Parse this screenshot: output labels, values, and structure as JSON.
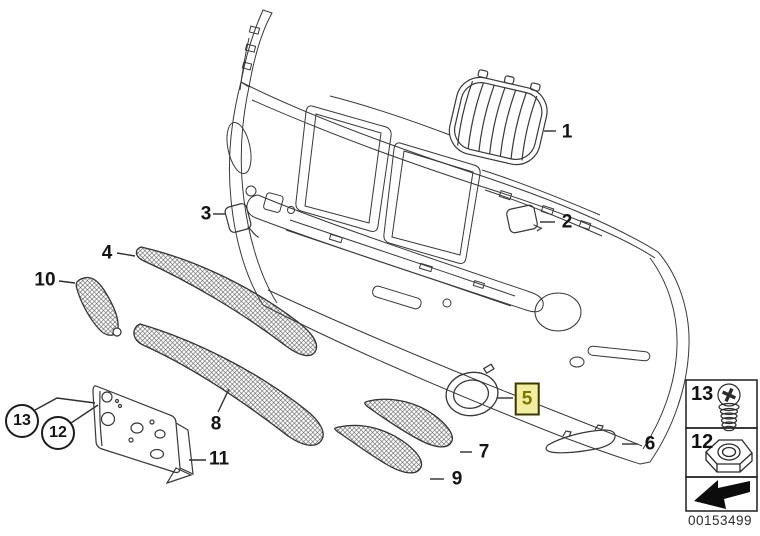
{
  "diagram_kind": "exploded-parts-diagram-front-bumper-trim",
  "colors": {
    "line": "#383838",
    "highlight_bg": "#f1eda1",
    "highlight_border": "#3a3800",
    "highlight_text": "#7d7600"
  },
  "callouts": [
    {
      "label": "1",
      "part": "kidney-grille"
    },
    {
      "label": "2",
      "part": "tow-hook-cover"
    },
    {
      "label": "3",
      "part": "headlamp-washer-cover"
    },
    {
      "label": "4",
      "part": "upper-mesh-grille"
    },
    {
      "label": "5",
      "part": "fog-lamp-trim-ring",
      "highlighted": true
    },
    {
      "label": "6",
      "part": "lower-side-strip"
    },
    {
      "label": "7",
      "part": "side-mesh-grille-right"
    },
    {
      "label": "8",
      "part": "lower-mesh-grille"
    },
    {
      "label": "9",
      "part": "side-mesh-grille-left"
    },
    {
      "label": "10",
      "part": "corner-mesh-grille"
    },
    {
      "label": "11",
      "part": "licence-plate-base"
    },
    {
      "label": "12",
      "part": "hex-nut",
      "circled": true
    },
    {
      "label": "13",
      "part": "screw",
      "circled": true
    }
  ],
  "legend": {
    "screw_box_label": "13",
    "nut_box_label": "12",
    "icons": [
      "screw-icon",
      "hex-nut-icon",
      "direction-arrow-icon"
    ]
  },
  "image_number": "00153499"
}
